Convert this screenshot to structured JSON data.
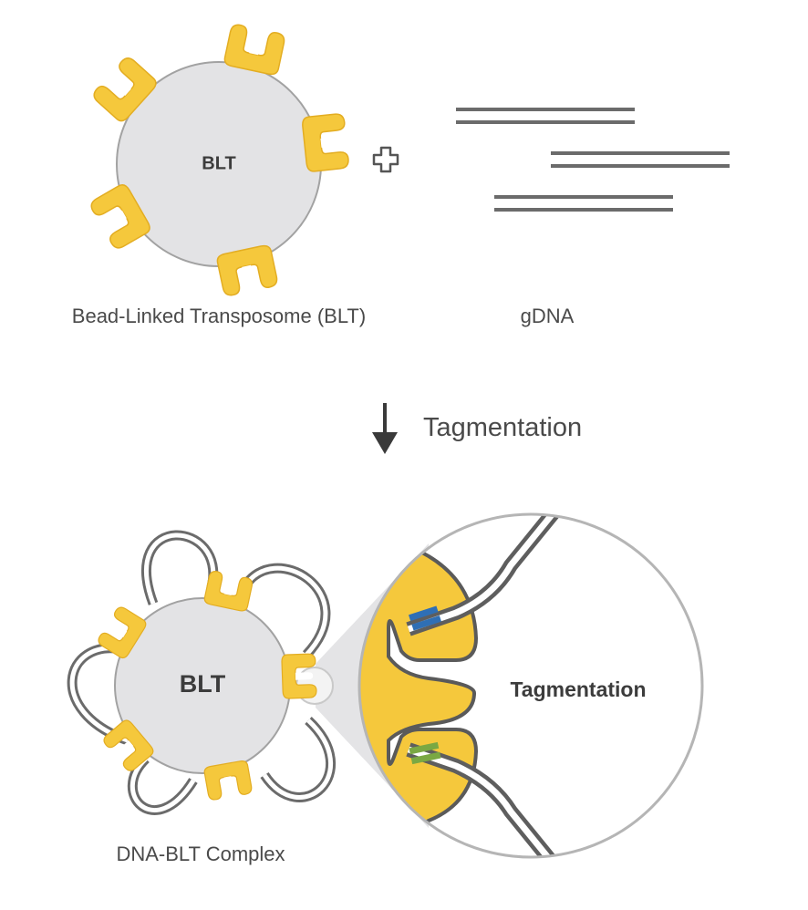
{
  "top": {
    "bead_label": "BLT",
    "bead_caption": "Bead-Linked Transposome (BLT)",
    "dna_caption": "gDNA",
    "plus_symbol": "+"
  },
  "step": {
    "label": "Tagmentation"
  },
  "bottom": {
    "bead_label": "BLT",
    "complex_caption": "DNA-BLT Complex",
    "zoom_label": "Tagmentation"
  },
  "colors": {
    "transposome": "#f5c83c",
    "transposome_edge": "#e8b62c",
    "bead_fill": "#e3e3e5",
    "bead_stroke": "#9a9a9a",
    "dna": "#6b6b6b",
    "adapter_blue": "#2f6fb5",
    "adapter_green": "#7aa843",
    "arrow": "#3a3a3a"
  },
  "icons": [
    "plus-icon",
    "down-arrow-icon",
    "transposome-icon",
    "magnifier-callout"
  ]
}
